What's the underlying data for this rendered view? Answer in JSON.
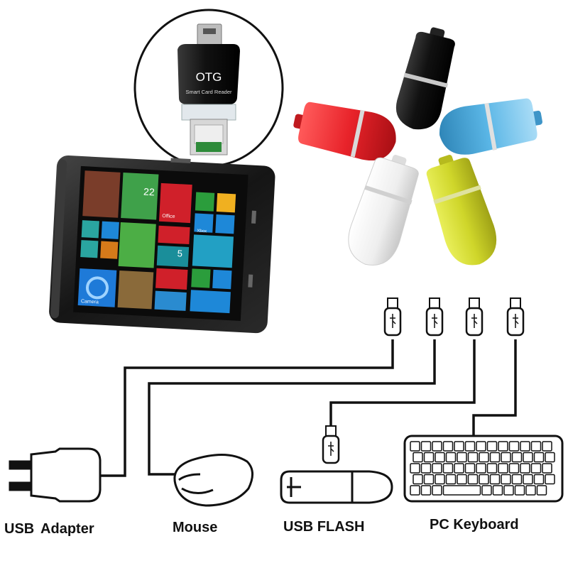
{
  "product": {
    "brand_text": "OTG",
    "subtitle_text": "Smart Card Reader"
  },
  "colors": {
    "black_reader": "#1a1a1a",
    "red_reader": "#e8232a",
    "blue_reader": "#5ab6e6",
    "white_reader": "#f2f2f2",
    "yellow_reader": "#cfd62a",
    "cable": "#111111"
  },
  "phone_screen": {
    "tiles": [
      "22",
      "Office",
      "5",
      "Camera",
      "Xbox"
    ]
  },
  "devices": {
    "usb_adapter_label": "USB  Adapter",
    "mouse_label": "Mouse",
    "usb_flash_label": "USB FLASH",
    "pc_keyboard_label": "PC Keyboard"
  }
}
